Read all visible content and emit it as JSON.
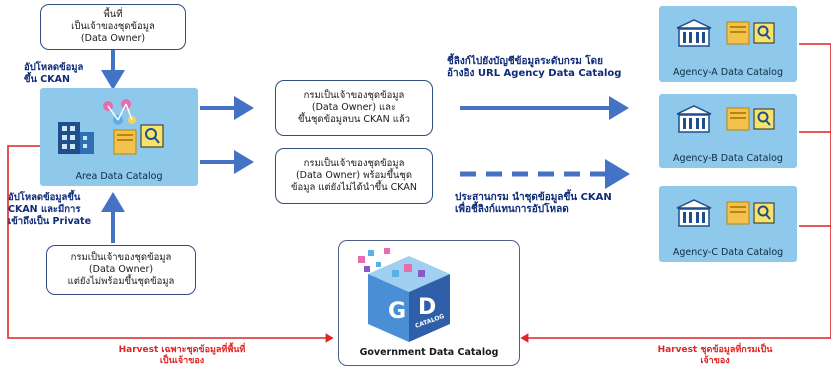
{
  "boxes": {
    "owner_top": "พื้นที่\nเป็นเจ้าของชุดข้อมูล\n(Data Owner)",
    "owner_bottom": "กรมเป็นเจ้าของชุดข้อมูล\n(Data Owner)\nแต่ยังไม่พร้อมขึ้นชุดข้อมูล",
    "dept_uploaded": "กรมเป็นเจ้าของชุดข้อมูล\n(Data Owner) และ\nขึ้นชุดข้อมูลบน CKAN แล้ว",
    "dept_ready": "กรมเป็นเจ้าของชุดข้อมูล\n(Data Owner) พร้อมขึ้นชุด\nข้อมูล แต่ยังไม่ได้นำขึ้น CKAN"
  },
  "labels": {
    "upload_ckan": "อัปโหลดข้อมูล\nขึ้น CKAN",
    "upload_private": "อัปโหลดข้อมูลขึ้น\nCKAN และมีการ\nเข้าถึงเป็น Private",
    "link_catalog": "ชี้ลิงก์ไปยังบัญชีข้อมูลระดับกรม โดย\nอ้างอิง URL Agency Data Catalog",
    "coordinate": "ประสานกรม นำชุดข้อมูลขึ้น CKAN\nเพื่อชี้ลิงก์แทนการอัปโหลด",
    "harvest_area": "Harvest เฉพาะชุดข้อมูลที่พื้นที่\nเป็นเจ้าของ",
    "harvest_dept": "Harvest ชุดข้อมูลที่กรมเป็น\nเจ้าของ"
  },
  "catalogs": {
    "area": "Area Data Catalog",
    "agency_a": "Agency-A  Data Catalog",
    "agency_b": "Agency-B  Data Catalog",
    "agency_c": "Agency-C  Data Catalog",
    "government": "Government Data Catalog"
  },
  "logo_text": {
    "g": "G",
    "d": "D",
    "catalog": "CATALOG"
  },
  "icons": [
    "building-icon",
    "folder-icon",
    "magnifier-icon",
    "cube-logo-icon"
  ],
  "colors": {
    "arrow_blue": "#4472c4",
    "panel_blue": "#8ec8ea",
    "harvest_red": "#e02424",
    "navy_text": "#0e2a78"
  }
}
